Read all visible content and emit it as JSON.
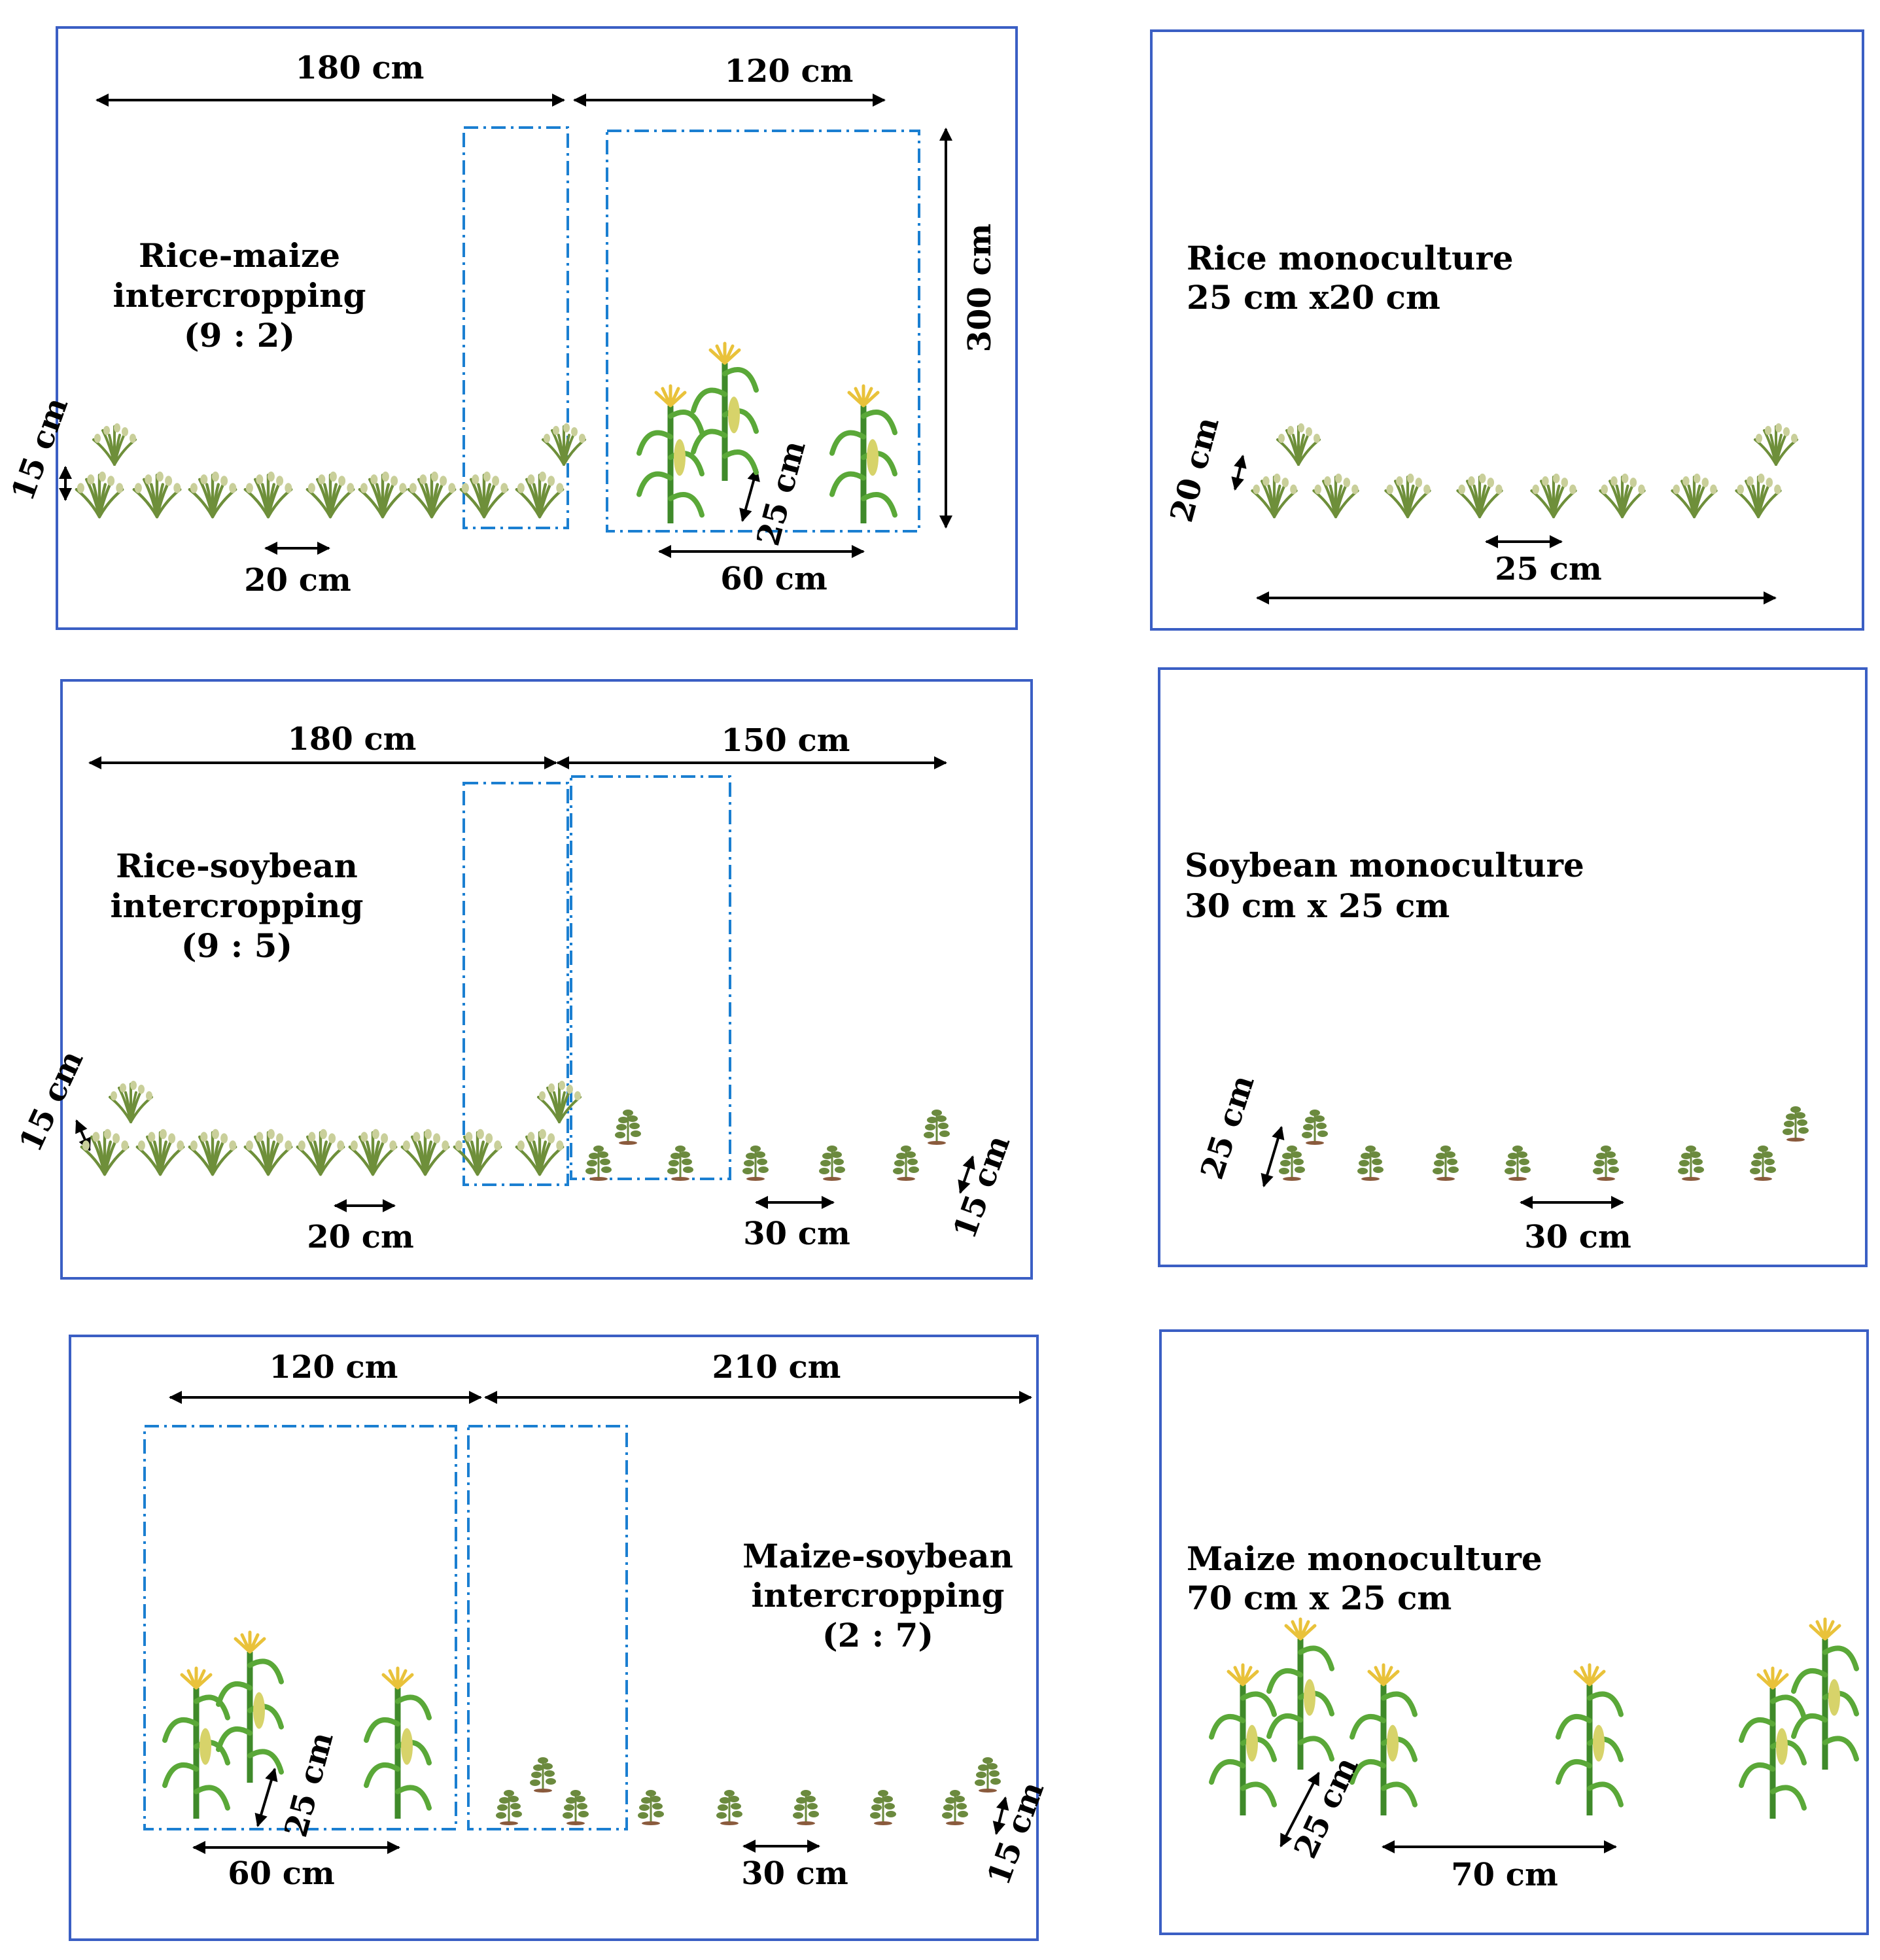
{
  "colors": {
    "panel_border": "#3b5fc4",
    "dash_box": "#1b7fd1",
    "arrow": "#000000",
    "rice_leaf": "#6e8f3a",
    "rice_grain": "#c9cf9a",
    "maize_stem": "#3f8a2a",
    "maize_leaf": "#5aa838",
    "maize_tassel": "#e9c23a",
    "maize_cob": "#d7d36a",
    "soy_leaf": "#6b8a3e",
    "soil": "#8a5a3c"
  },
  "icons": [
    "rice-plant-icon",
    "maize-plant-icon",
    "soybean-plant-icon",
    "double-arrow-icon"
  ],
  "panels": {
    "rice_maize": {
      "title": [
        "Rice-maize",
        "intercropping",
        "(9 : 2)"
      ],
      "dims": {
        "left_width": "180 cm",
        "right_width": "120 cm",
        "height": "300 cm",
        "row_gap": "15 cm",
        "rice_spacing": "20 cm",
        "maize_row_gap": "25 cm",
        "maize_spacing": "60 cm"
      }
    },
    "rice_mono": {
      "title": [
        "Rice monoculture",
        "25 cm x20 cm"
      ],
      "dims": {
        "row_gap": "20 cm",
        "spacing": "25 cm"
      }
    },
    "rice_soybean": {
      "title": [
        "Rice-soybean",
        "intercropping",
        "(9 : 5)"
      ],
      "dims": {
        "left_width": "180 cm",
        "right_width": "150 cm",
        "row_gap": "15 cm",
        "rice_spacing": "20 cm",
        "soy_spacing": "30 cm",
        "soy_row_gap": "15 cm"
      }
    },
    "soy_mono": {
      "title": [
        "Soybean monoculture",
        "30 cm x 25 cm"
      ],
      "dims": {
        "row_gap": "25 cm",
        "spacing": "30 cm"
      }
    },
    "maize_soybean": {
      "title": [
        "Maize-soybean",
        "intercropping",
        "(2 : 7)"
      ],
      "dims": {
        "left_width": "120 cm",
        "right_width": "210 cm",
        "maize_row_gap": "25 cm",
        "maize_spacing": "60 cm",
        "soy_spacing": "30 cm",
        "soy_row_gap": "15 cm"
      }
    },
    "maize_mono": {
      "title": [
        "Maize monoculture",
        "70 cm x 25 cm"
      ],
      "dims": {
        "row_gap": "25 cm",
        "spacing": "70 cm"
      }
    }
  }
}
